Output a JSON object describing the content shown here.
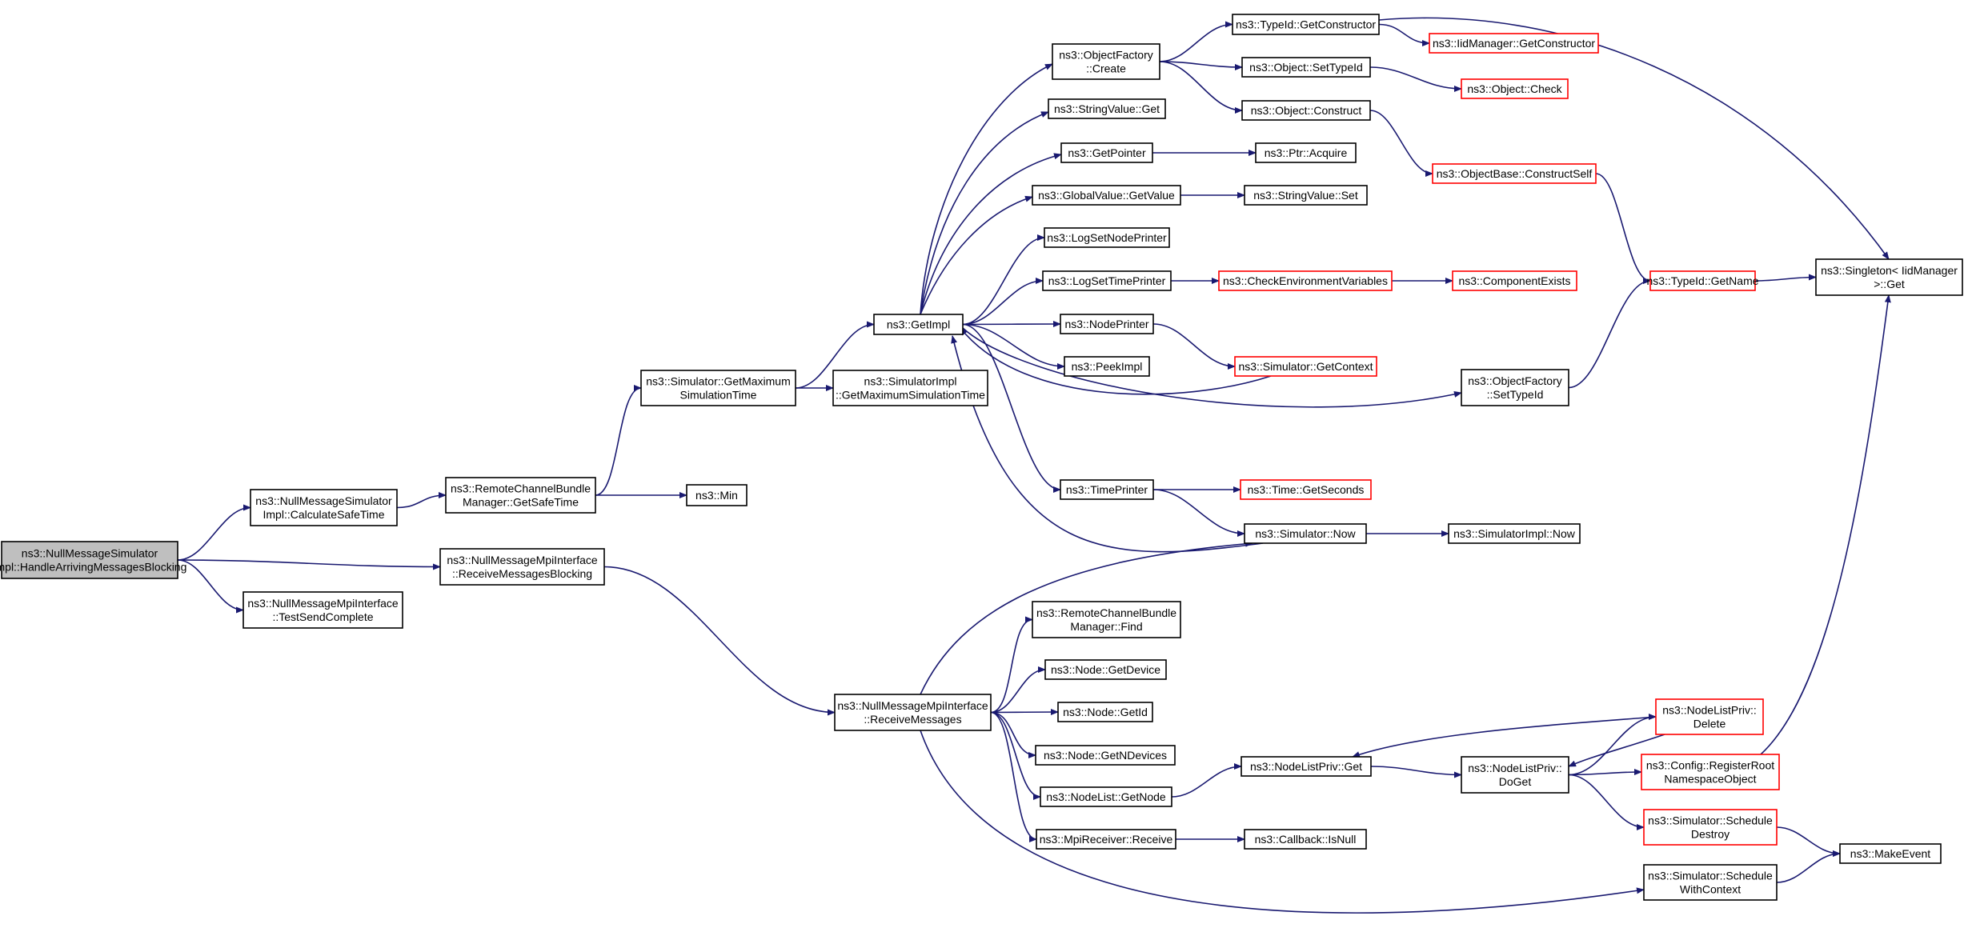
{
  "colors": {
    "edge": "#191970",
    "node_border": "#000000",
    "truncated_node_border": "#ff0000",
    "root_fill": "#bfbfbf",
    "node_fill": "#ffffff"
  },
  "nodes": [
    {
      "id": "root",
      "lines": [
        "ns3::NullMessageSimulator",
        "Impl::HandleArrivingMessagesBlocking"
      ],
      "kind": "root"
    },
    {
      "id": "calcSafe",
      "lines": [
        "ns3::NullMessageSimulator",
        "Impl::CalculateSafeTime"
      ],
      "kind": "normal"
    },
    {
      "id": "recvBlocking",
      "lines": [
        "ns3::NullMessageMpiInterface",
        "::ReceiveMessagesBlocking"
      ],
      "kind": "normal"
    },
    {
      "id": "testSend",
      "lines": [
        "ns3::NullMessageMpiInterface",
        "::TestSendComplete"
      ],
      "kind": "normal"
    },
    {
      "id": "rcbGetSafe",
      "lines": [
        "ns3::RemoteChannelBundle",
        "Manager::GetSafeTime"
      ],
      "kind": "normal"
    },
    {
      "id": "min",
      "lines": [
        "ns3::Min"
      ],
      "kind": "normal"
    },
    {
      "id": "simGetMax",
      "lines": [
        "ns3::Simulator::GetMaximum",
        "SimulationTime"
      ],
      "kind": "normal"
    },
    {
      "id": "simImplGetMax",
      "lines": [
        "ns3::SimulatorImpl",
        "::GetMaximumSimulationTime"
      ],
      "kind": "normal"
    },
    {
      "id": "getImpl",
      "lines": [
        "ns3::GetImpl"
      ],
      "kind": "normal"
    },
    {
      "id": "ofCreate",
      "lines": [
        "ns3::ObjectFactory",
        "::Create"
      ],
      "kind": "normal"
    },
    {
      "id": "strValGet",
      "lines": [
        "ns3::StringValue::Get"
      ],
      "kind": "normal"
    },
    {
      "id": "getPointer",
      "lines": [
        "ns3::GetPointer"
      ],
      "kind": "normal"
    },
    {
      "id": "gvGetValue",
      "lines": [
        "ns3::GlobalValue::GetValue"
      ],
      "kind": "normal"
    },
    {
      "id": "logNode",
      "lines": [
        "ns3::LogSetNodePrinter"
      ],
      "kind": "normal"
    },
    {
      "id": "logTime",
      "lines": [
        "ns3::LogSetTimePrinter"
      ],
      "kind": "normal"
    },
    {
      "id": "nodePrinter",
      "lines": [
        "ns3::NodePrinter"
      ],
      "kind": "normal"
    },
    {
      "id": "peekImpl",
      "lines": [
        "ns3::PeekImpl"
      ],
      "kind": "normal"
    },
    {
      "id": "timePrinter",
      "lines": [
        "ns3::TimePrinter"
      ],
      "kind": "normal"
    },
    {
      "id": "tidGetCtor",
      "lines": [
        "ns3::TypeId::GetConstructor"
      ],
      "kind": "normal"
    },
    {
      "id": "objSetTid",
      "lines": [
        "ns3::Object::SetTypeId"
      ],
      "kind": "normal"
    },
    {
      "id": "objConstruct",
      "lines": [
        "ns3::Object::Construct"
      ],
      "kind": "normal"
    },
    {
      "id": "ptrAcquire",
      "lines": [
        "ns3::Ptr::Acquire"
      ],
      "kind": "normal"
    },
    {
      "id": "strValSet",
      "lines": [
        "ns3::StringValue::Set"
      ],
      "kind": "normal"
    },
    {
      "id": "checkEnv",
      "lines": [
        "ns3::CheckEnvironmentVariables"
      ],
      "kind": "truncated"
    },
    {
      "id": "simGetCtx",
      "lines": [
        "ns3::Simulator::GetContext"
      ],
      "kind": "truncated"
    },
    {
      "id": "timeGetSec",
      "lines": [
        "ns3::Time::GetSeconds"
      ],
      "kind": "truncated"
    },
    {
      "id": "simNow",
      "lines": [
        "ns3::Simulator::Now"
      ],
      "kind": "normal"
    },
    {
      "id": "iidGetCtor",
      "lines": [
        "ns3::IidManager::GetConstructor"
      ],
      "kind": "truncated"
    },
    {
      "id": "objCheck",
      "lines": [
        "ns3::Object::Check"
      ],
      "kind": "truncated"
    },
    {
      "id": "objBaseCS",
      "lines": [
        "ns3::ObjectBase::ConstructSelf"
      ],
      "kind": "truncated"
    },
    {
      "id": "compExists",
      "lines": [
        "ns3::ComponentExists"
      ],
      "kind": "truncated"
    },
    {
      "id": "tidGetName",
      "lines": [
        "ns3::TypeId::GetName"
      ],
      "kind": "truncated"
    },
    {
      "id": "singletonGet",
      "lines": [
        "ns3::Singleton< IidManager",
        ">::Get"
      ],
      "kind": "normal"
    },
    {
      "id": "ofSetTid",
      "lines": [
        "ns3::ObjectFactory",
        "::SetTypeId"
      ],
      "kind": "normal"
    },
    {
      "id": "simImplNow",
      "lines": [
        "ns3::SimulatorImpl::Now"
      ],
      "kind": "normal"
    },
    {
      "id": "recvMsgs",
      "lines": [
        "ns3::NullMessageMpiInterface",
        "::ReceiveMessages"
      ],
      "kind": "normal"
    },
    {
      "id": "rcbFind",
      "lines": [
        "ns3::RemoteChannelBundle",
        "Manager::Find"
      ],
      "kind": "normal"
    },
    {
      "id": "nodeGetDevice",
      "lines": [
        "ns3::Node::GetDevice"
      ],
      "kind": "normal"
    },
    {
      "id": "nodeGetId",
      "lines": [
        "ns3::Node::GetId"
      ],
      "kind": "normal"
    },
    {
      "id": "nodeGetNDev",
      "lines": [
        "ns3::Node::GetNDevices"
      ],
      "kind": "normal"
    },
    {
      "id": "nodeListGetNode",
      "lines": [
        "ns3::NodeList::GetNode"
      ],
      "kind": "normal"
    },
    {
      "id": "mpiRecv",
      "lines": [
        "ns3::MpiReceiver::Receive"
      ],
      "kind": "normal"
    },
    {
      "id": "nlpGet",
      "lines": [
        "ns3::NodeListPriv::Get"
      ],
      "kind": "normal"
    },
    {
      "id": "cbIsNull",
      "lines": [
        "ns3::Callback::IsNull"
      ],
      "kind": "normal"
    },
    {
      "id": "nlpDoGet",
      "lines": [
        "ns3::NodeListPriv::",
        "DoGet"
      ],
      "kind": "normal"
    },
    {
      "id": "nlpDelete",
      "lines": [
        "ns3::NodeListPriv::",
        "Delete"
      ],
      "kind": "truncated"
    },
    {
      "id": "cfgRegRoot",
      "lines": [
        "ns3::Config::RegisterRoot",
        "NamespaceObject"
      ],
      "kind": "truncated"
    },
    {
      "id": "simSchedDestroy",
      "lines": [
        "ns3::Simulator::Schedule",
        "Destroy"
      ],
      "kind": "truncated"
    },
    {
      "id": "simSchedCtx",
      "lines": [
        "ns3::Simulator::Schedule",
        "WithContext"
      ],
      "kind": "normal"
    },
    {
      "id": "makeEvent",
      "lines": [
        "ns3::MakeEvent"
      ],
      "kind": "normal"
    }
  ],
  "edges": [
    [
      "root",
      "calcSafe"
    ],
    [
      "root",
      "recvBlocking"
    ],
    [
      "root",
      "testSend"
    ],
    [
      "calcSafe",
      "rcbGetSafe"
    ],
    [
      "rcbGetSafe",
      "simGetMax"
    ],
    [
      "rcbGetSafe",
      "min"
    ],
    [
      "simGetMax",
      "getImpl"
    ],
    [
      "simGetMax",
      "simImplGetMax"
    ],
    [
      "getImpl",
      "ofCreate"
    ],
    [
      "getImpl",
      "strValGet"
    ],
    [
      "getImpl",
      "getPointer"
    ],
    [
      "getImpl",
      "gvGetValue"
    ],
    [
      "getImpl",
      "logNode"
    ],
    [
      "getImpl",
      "logTime"
    ],
    [
      "getImpl",
      "nodePrinter"
    ],
    [
      "getImpl",
      "peekImpl"
    ],
    [
      "getImpl",
      "timePrinter"
    ],
    [
      "getImpl",
      "ofSetTid"
    ],
    [
      "ofCreate",
      "tidGetCtor"
    ],
    [
      "ofCreate",
      "objSetTid"
    ],
    [
      "ofCreate",
      "objConstruct"
    ],
    [
      "tidGetCtor",
      "iidGetCtor"
    ],
    [
      "tidGetCtor",
      "singletonGet"
    ],
    [
      "objSetTid",
      "objCheck"
    ],
    [
      "objConstruct",
      "objBaseCS"
    ],
    [
      "objBaseCS",
      "tidGetName"
    ],
    [
      "tidGetName",
      "singletonGet"
    ],
    [
      "getPointer",
      "ptrAcquire"
    ],
    [
      "gvGetValue",
      "strValSet"
    ],
    [
      "logTime",
      "checkEnv"
    ],
    [
      "checkEnv",
      "compExists"
    ],
    [
      "nodePrinter",
      "simGetCtx"
    ],
    [
      "simGetCtx",
      "getImpl"
    ],
    [
      "ofSetTid",
      "tidGetName"
    ],
    [
      "timePrinter",
      "timeGetSec"
    ],
    [
      "timePrinter",
      "simNow"
    ],
    [
      "simNow",
      "getImpl"
    ],
    [
      "simNow",
      "simImplNow"
    ],
    [
      "recvBlocking",
      "recvMsgs"
    ],
    [
      "recvMsgs",
      "simNow"
    ],
    [
      "recvMsgs",
      "rcbFind"
    ],
    [
      "recvMsgs",
      "nodeGetDevice"
    ],
    [
      "recvMsgs",
      "nodeGetId"
    ],
    [
      "recvMsgs",
      "nodeGetNDev"
    ],
    [
      "recvMsgs",
      "nodeListGetNode"
    ],
    [
      "recvMsgs",
      "mpiRecv"
    ],
    [
      "recvMsgs",
      "simSchedCtx"
    ],
    [
      "nodeListGetNode",
      "nlpGet"
    ],
    [
      "mpiRecv",
      "cbIsNull"
    ],
    [
      "nlpGet",
      "nlpDoGet"
    ],
    [
      "nlpDoGet",
      "nlpDelete"
    ],
    [
      "nlpDoGet",
      "cfgRegRoot"
    ],
    [
      "nlpDoGet",
      "simSchedDestroy"
    ],
    [
      "nlpDelete",
      "nlpGet"
    ],
    [
      "nlpDelete",
      "nlpDoGet"
    ],
    [
      "cfgRegRoot",
      "singletonGet"
    ],
    [
      "simSchedDestroy",
      "makeEvent"
    ],
    [
      "simSchedCtx",
      "makeEvent"
    ]
  ]
}
